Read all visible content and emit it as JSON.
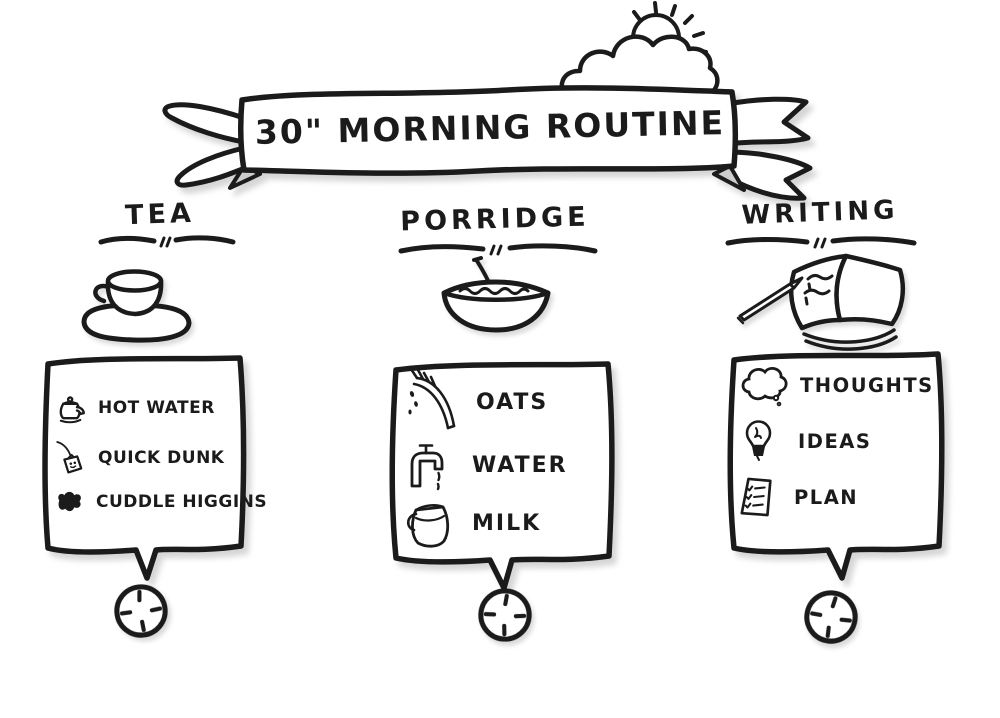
{
  "banner": {
    "title": "30\" MORNING ROUTINE",
    "decoration_icon": "sun-behind-cloud-icon"
  },
  "columns": [
    {
      "header": "TEA",
      "main_icon": "teacup-on-saucer-icon",
      "items": [
        {
          "icon": "kettle-icon",
          "label": "HOT WATER"
        },
        {
          "icon": "teabag-icon",
          "label": "QUICK DUNK"
        },
        {
          "icon": "dog-icon",
          "label": "CUDDLE HIGGINS"
        }
      ],
      "timer_icon": "clock-icon"
    },
    {
      "header": "PORRIDGE",
      "main_icon": "porridge-bowl-icon",
      "items": [
        {
          "icon": "oat-stalk-icon",
          "label": "OATS"
        },
        {
          "icon": "water-tap-icon",
          "label": "WATER"
        },
        {
          "icon": "milk-jug-icon",
          "label": "MILK"
        }
      ],
      "timer_icon": "clock-icon"
    },
    {
      "header": "WRITING",
      "main_icon": "notebook-and-pencil-icon",
      "items": [
        {
          "icon": "thought-cloud-icon",
          "label": "THOUGHTS"
        },
        {
          "icon": "lightbulb-icon",
          "label": "IDEAS"
        },
        {
          "icon": "checklist-icon",
          "label": "PLAN"
        }
      ],
      "timer_icon": "clock-icon"
    }
  ],
  "colors": {
    "ink": "#1b1b1b",
    "background": "#ffffff",
    "shadow": "rgba(0,0,0,0.16)"
  }
}
